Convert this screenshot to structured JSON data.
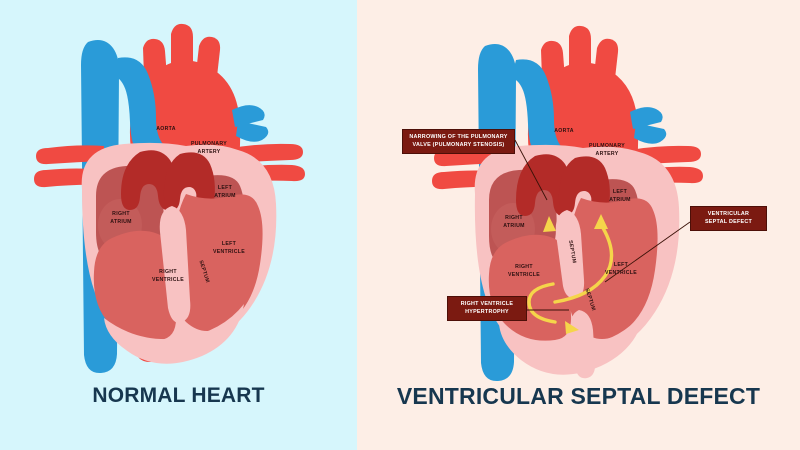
{
  "meta": {
    "diagram_title": "Normal Heart vs Ventricular Septal Defect",
    "panel_count": 2
  },
  "colors": {
    "bg_left": "#d6f6fc",
    "bg_right": "#fdeee6",
    "artery_red": "#f04a42",
    "vein_blue": "#2196d6",
    "myocardium_pink": "#f6bdbd",
    "chamber_red": "#d9635f",
    "atrium_dark": "#bd5453",
    "valve_dark": "#b32b28",
    "callout_bg": "#7b1a11",
    "callout_text": "#ffffff",
    "title_navy": "#17374f",
    "flow_arrow_yellow": "#f5d54a",
    "label_text": "#3d1010"
  },
  "panels": {
    "left": {
      "title": "NORMAL HEART",
      "labels": {
        "aorta": "AORTA",
        "pulmonary_artery_line1": "PULMONARY",
        "pulmonary_artery_line2": "ARTERY",
        "right_atrium_line1": "RIGHT",
        "right_atrium_line2": "ATRIUM",
        "left_atrium_line1": "LEFT",
        "left_atrium_line2": "ATRIUM",
        "right_ventricle_line1": "RIGHT",
        "right_ventricle_line2": "VENTRICLE",
        "left_ventricle_line1": "LEFT",
        "left_ventricle_line2": "VENTRICLE",
        "septum": "SEPTUM"
      }
    },
    "right": {
      "title": "VENTRICULAR SEPTAL DEFECT",
      "labels": {
        "aorta": "AORTA",
        "pulmonary_artery_line1": "PULMONARY",
        "pulmonary_artery_line2": "ARTERY",
        "right_atrium_line1": "RIGHT",
        "right_atrium_line2": "ATRIUM",
        "left_atrium_line1": "LEFT",
        "left_atrium_line2": "ATRIUM",
        "right_ventricle_line1": "RIGHT",
        "right_ventricle_line2": "VENTRICLE",
        "left_ventricle_line1": "LEFT",
        "left_ventricle_line2": "VENTRICLE",
        "septum": "SEPTUM",
        "septum_lower": "SEPTUM"
      },
      "callouts": [
        {
          "id": "pulmonary-stenosis",
          "line1": "NARROWING OF THE PULMONARY",
          "line2": "VALVE (PULMONARY STENOSIS)"
        },
        {
          "id": "ventricular-septal-defect",
          "line1": "VENTRICULAR",
          "line2": "SEPTAL DEFECT"
        },
        {
          "id": "right-ventricle-hypertrophy",
          "line1": "RIGHT VENTRICLE",
          "line2": "HYPERTROPHY"
        }
      ]
    }
  }
}
